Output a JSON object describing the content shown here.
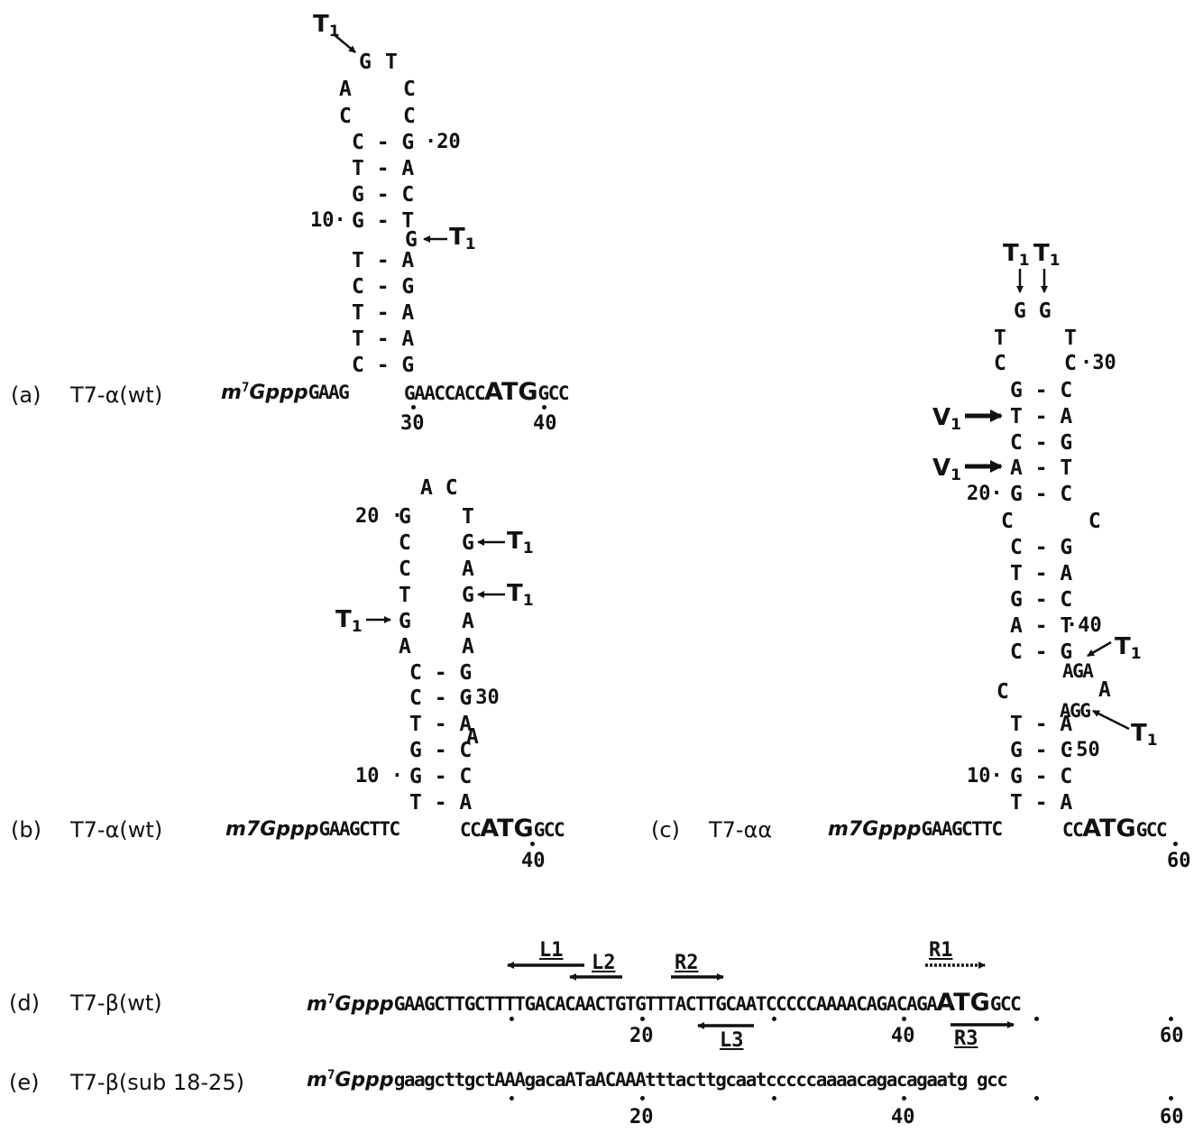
{
  "panels": {
    "a": {
      "label": "(a)",
      "construct": "T7-α(wt)",
      "cap_m": "m",
      "cap_7": "7",
      "cap_gppp": "Gppp",
      "seq5": "GAAG",
      "seq3a": "GAACCACC",
      "atg": "ATG",
      "seq3b": "GCC",
      "loop_left": "G",
      "loop_right": "T",
      "n_A": "A",
      "n_C1": "C",
      "n_C2": "C",
      "n_C3": "C",
      "pairs": [
        "C - G",
        "T - A",
        "G - C",
        "G - T",
        "T - A",
        "C - G",
        "T - A",
        "T - A",
        "C - G"
      ],
      "bulge": "G",
      "num_20": "20",
      "num_10": "10",
      "num_30": "30",
      "num_40": "40",
      "t1": "T",
      "t1_sub": "1"
    },
    "b": {
      "label": "(b)",
      "construct": "T7-α(wt)",
      "cap": "m7Gppp",
      "seq5": "GAAGCTTC",
      "seq3a": "CC",
      "atg": "ATG",
      "seq3b": "GCC",
      "loop": "A C",
      "left_strand": [
        "G",
        "C",
        "C",
        "T",
        "G",
        "A"
      ],
      "right_strand": [
        "T",
        "G",
        "A",
        "G",
        "A",
        "A"
      ],
      "pairs": [
        "C - G",
        "C - G",
        "T - A",
        "G - C",
        "G - C",
        "T - A"
      ],
      "bulge": "A",
      "num_20": "20",
      "num_30": "30",
      "num_10": "10",
      "num_40": "40",
      "t1": "T",
      "t1_sub": "1"
    },
    "c": {
      "label": "(c)",
      "construct": "T7-αα",
      "cap": "m7Gppp",
      "seq5": "GAAGCTTC",
      "seq3a": "CC",
      "atg": "ATG",
      "seq3b": "GCC",
      "loop_top": "G G",
      "loop_t_left": "T",
      "loop_t_right": "T",
      "loop_c_left": "C",
      "loop_c_right": "C",
      "pairs_top": [
        "G - C",
        "T - A",
        "C - G",
        "A - T",
        "G - C"
      ],
      "mismatch": "C      C",
      "pairs_mid": [
        "C - G",
        "T - A",
        "G - C",
        "A - T",
        "C - G"
      ],
      "loop_aga": "AGA",
      "loop_a": "A",
      "loop_agg": "AGG",
      "loop_c": "C",
      "pairs_low": [
        "T - A",
        "G - C",
        "G - C",
        "T - A"
      ],
      "num_30": "30",
      "num_20": "20",
      "num_40": "40",
      "num_50": "50",
      "num_10": "10",
      "num_60": "60",
      "t1": "T",
      "t1_sub": "1",
      "v1": "V",
      "v1_sub": "1"
    },
    "d": {
      "label": "(d)",
      "construct": "T7-β(wt)",
      "cap_m": "m",
      "cap_7": "7",
      "cap_gppp": "Gppp",
      "seq": "GAAGCTTGCTTTTGACACAACTGTGTTTACTTGCAATCCCCCAAAACAGACAGA",
      "atg": "ATG",
      "seq3": "GCC",
      "num_20": "20",
      "num_40": "40",
      "num_60": "60",
      "arrows": {
        "L1": "L1",
        "L2": "L2",
        "R2": "R2",
        "L3": "L3",
        "R1": "R1",
        "R3": "R3"
      }
    },
    "e": {
      "label": "(e)",
      "construct": "T7-β(sub 18-25)",
      "cap_m": "m",
      "cap_7": "7",
      "cap_gppp": "Gppp",
      "seq": "gaagcttgctAAAgacaATaACAAAtttacttgcaatcccccaaaacagacagaatg gcc",
      "num_20": "20",
      "num_40": "40",
      "num_60": "60"
    }
  }
}
